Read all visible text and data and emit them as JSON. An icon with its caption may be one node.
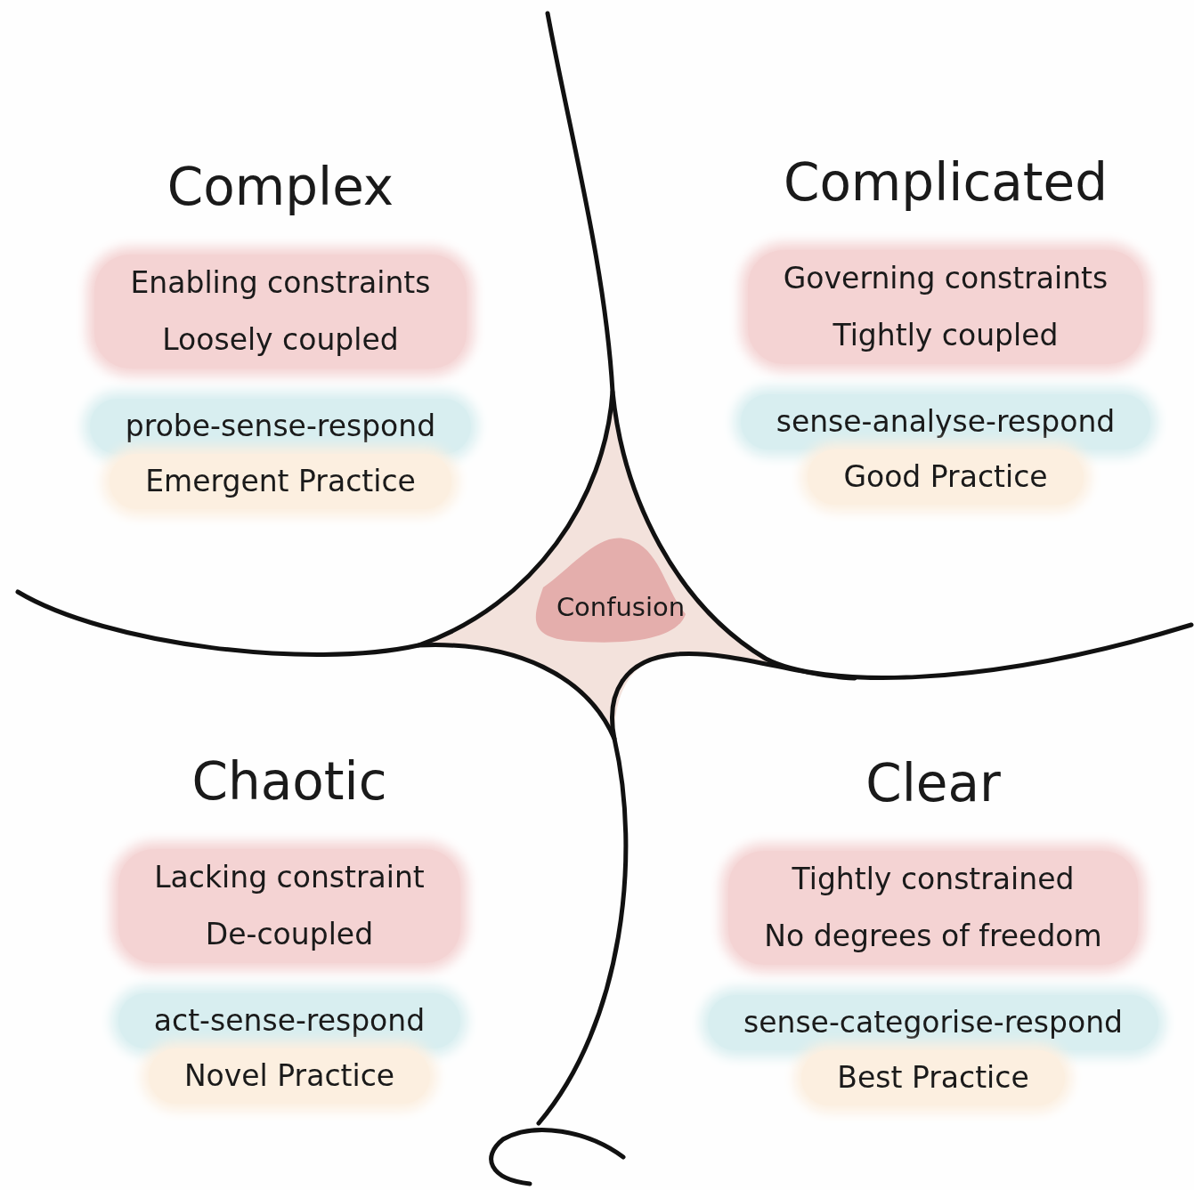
{
  "diagram": {
    "nodes": [
      {
        "text": [
          "Complex"
        ]
      },
      {
        "text": [
          "Enabling constraints",
          "Loosely coupled"
        ],
        "in": 0
      },
      {
        "text": [
          "probe-sense-respond"
        ],
        "in": 0
      },
      {
        "text": [
          "Emergent Practice"
        ],
        "in": 0
      },
      {
        "text": [
          "Complicated"
        ]
      },
      {
        "text": [
          "Governing constraints",
          "Tightly coupled"
        ],
        "in": 4
      },
      {
        "text": [
          "sense-analyse-respond"
        ],
        "in": 4
      },
      {
        "text": [
          "Good Practice"
        ],
        "in": 4
      },
      {
        "text": [
          "Confusion"
        ]
      },
      {
        "text": [
          "Chaotic"
        ]
      },
      {
        "text": [
          "Lacking constraint",
          "De-coupled"
        ],
        "in": 9
      },
      {
        "text": [
          "act-sense-respond"
        ],
        "in": 9
      },
      {
        "text": [
          "Novel Practice"
        ],
        "in": 9
      },
      {
        "text": [
          "Clear"
        ]
      },
      {
        "text": [
          "Tightly constrained",
          "No degrees of freedom"
        ],
        "in": 13
      },
      {
        "text": [
          "sense-categorise-respond"
        ],
        "in": 13
      },
      {
        "text": [
          "Best Practice"
        ],
        "in": 13
      }
    ]
  }
}
